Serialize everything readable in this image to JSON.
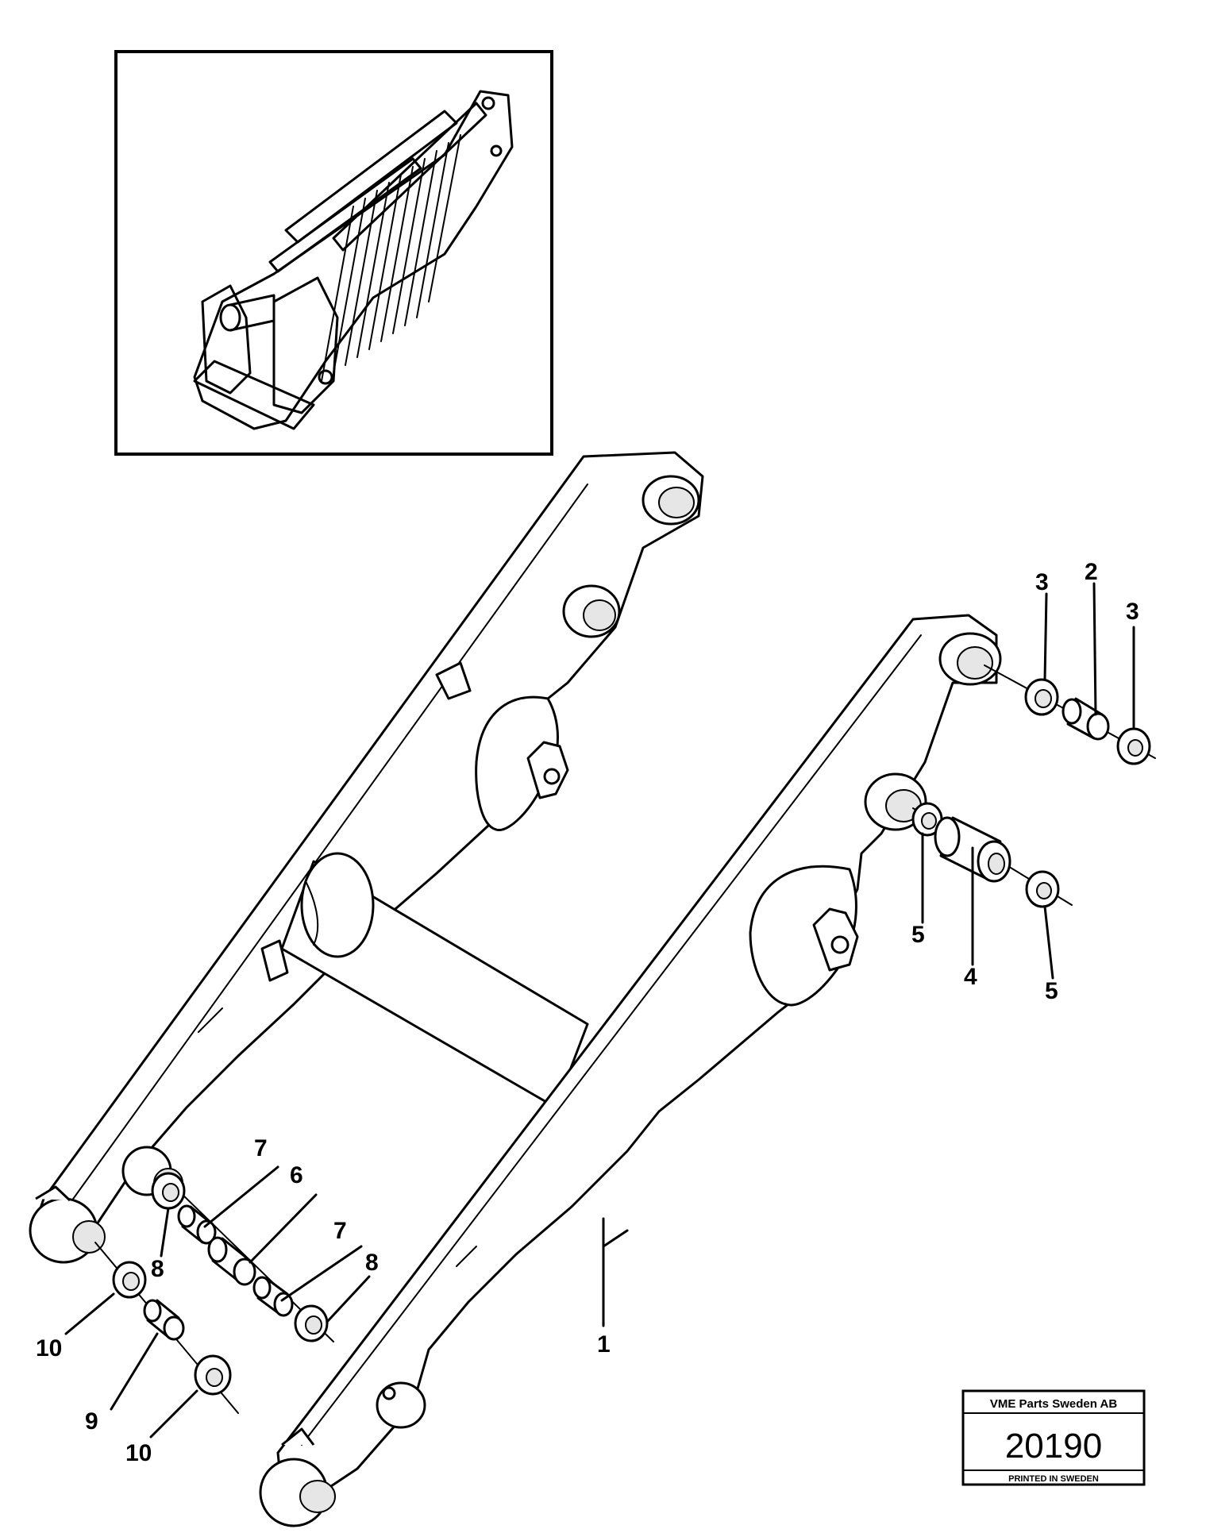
{
  "callouts": {
    "c1": "1",
    "c2": "2",
    "c3a": "3",
    "c3b": "3",
    "c4": "4",
    "c5a": "5",
    "c5b": "5",
    "c6": "6",
    "c7a": "7",
    "c7b": "7",
    "c8a": "8",
    "c8b": "8",
    "c9": "9",
    "c10a": "10",
    "c10b": "10"
  },
  "stamp": {
    "company": "VME Parts Sweden AB",
    "number": "20190",
    "footer": "PRINTED IN SWEDEN"
  }
}
